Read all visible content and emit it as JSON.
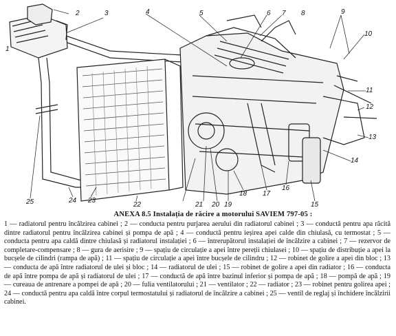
{
  "figure": {
    "labels": [
      "1",
      "2",
      "3",
      "4",
      "5",
      "6",
      "7",
      "8",
      "9",
      "10",
      "11",
      "12",
      "13",
      "14",
      "15",
      "16",
      "17",
      "18",
      "19",
      "20",
      "21",
      "22",
      "23",
      "24",
      "25"
    ]
  },
  "caption": "ANEXA 8.5 Instalația de răcire a motorului SAVIEM 797-05 :",
  "legend": "1 — radiatorul pentru încălzirea cabinei ; 2 — conducta pentru purjarea aerului din radiatorul cabinei ; 3 — conductă pentru apa răcită dintre radiatorul pentru încălzirea cabinei și pompa de apă ; 4 — conductă pentru ieșirea apei calde din chiulasă, cu termostat ; 5 — conducta pentru apa caldă dintre chiulasă și radiatorul instalației ; 6 — întrerupătorul instalației de încălzire a cabinei ; 7 — rezervor de completare-compensare ; 8 — gura de aerisire ; 9 — spațiu de circulație a apei între pereții chiulasei ; 10 — spațiu de distribuție a apei la bucșele de cilindri (rampa de apă) ; 11 — spațiu de circulație a apei între bucșele de cilindru ; 12 — robinet de golire a apei din bloc ; 13 — conducta de apă între radiatorul de ulei și bloc ; 14 — radiatorul de ulei ; 15 — robinet de golire a apei din radiator ; 16 — conducta de apă între pompa de apă și radiatorul de ulei ; 17 — conductă de apă între bazinul inferior și pompa de apă ; 18 — pompă de apă ; 19 — cureaua de antrenare a pompei de apă ; 20 — fulia ventilatorului ; 21 — ventilator ; 22 — radiator ; 23 — robinet pentru golirea apei ; 24 — conductă pentru apa caldă între corpul termostatului și radiatorul de încălzire a cabinei ; 25 — ventil de reglaj și închidere încălzirii cabinei."
}
